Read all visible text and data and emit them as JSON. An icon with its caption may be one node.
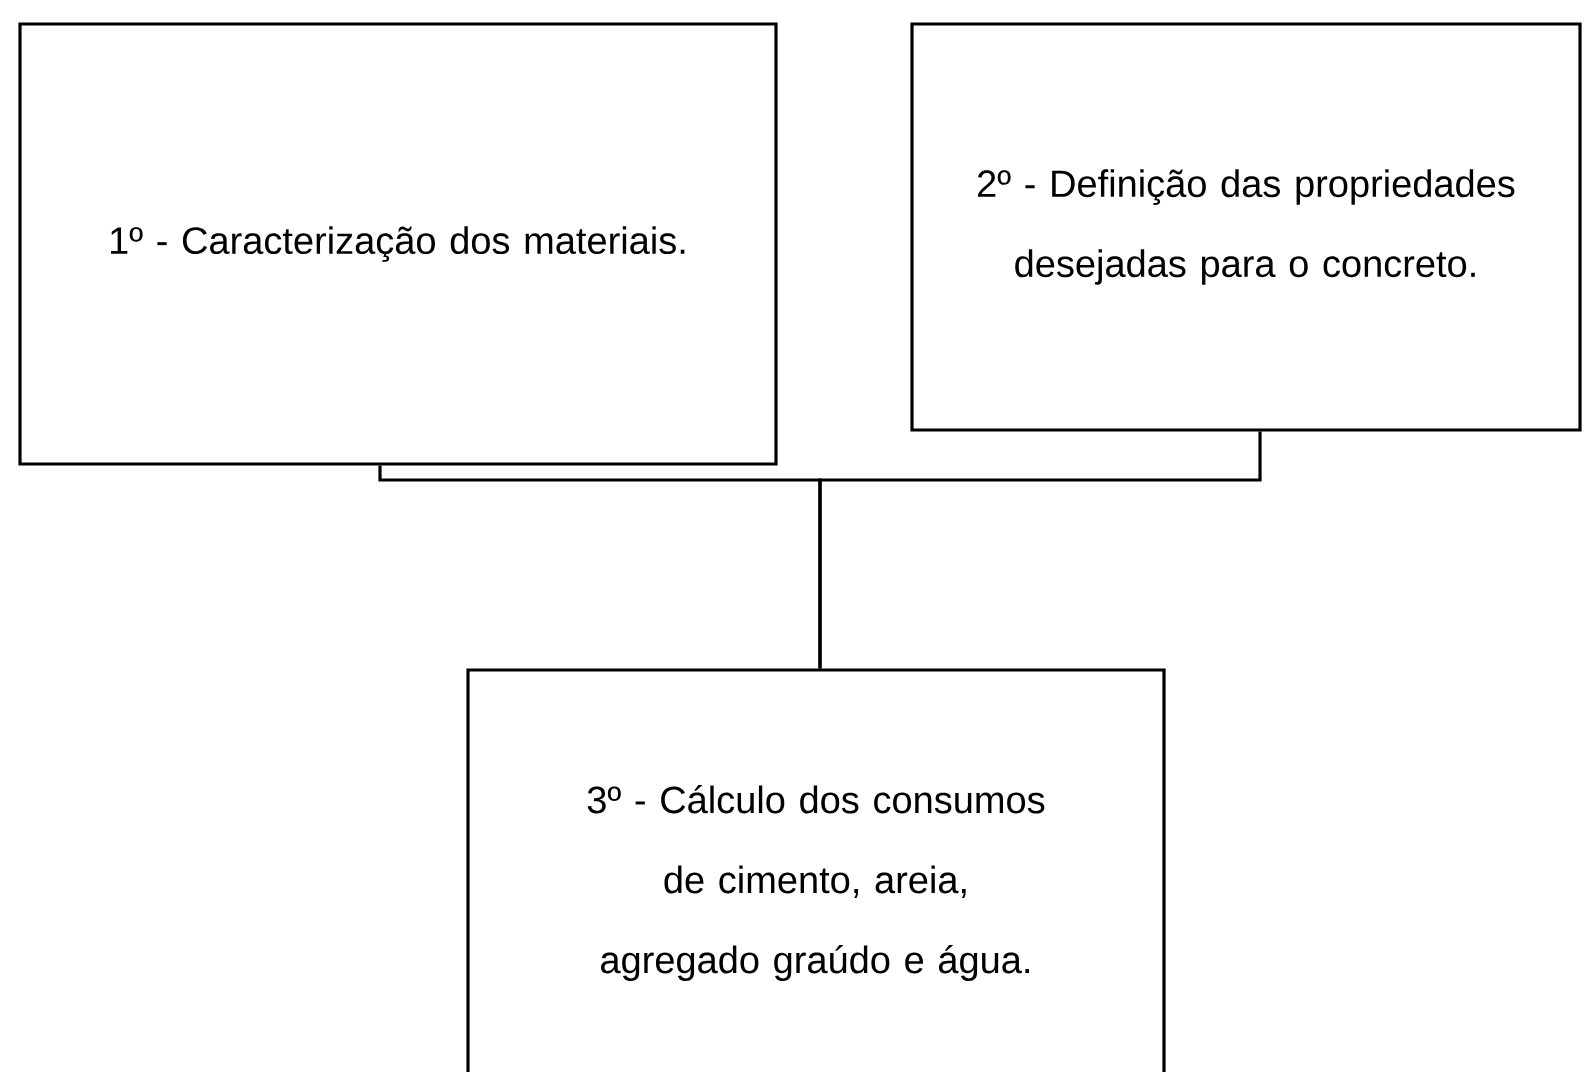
{
  "diagram": {
    "nodes": [
      {
        "text": [
          "1º - Caracterização dos materiais."
        ]
      },
      {
        "text": [
          "2º - Definição das propriedades desejadas para o concreto."
        ]
      },
      {
        "text": [
          "3º - Cálculo dos consumos de cimento, areia, agregado graúdo e água."
        ]
      }
    ],
    "edges": [
      {
        "from": 0,
        "to": 2,
        "arrow": "none"
      },
      {
        "from": 1,
        "to": 2,
        "arrow": "none"
      }
    ]
  }
}
